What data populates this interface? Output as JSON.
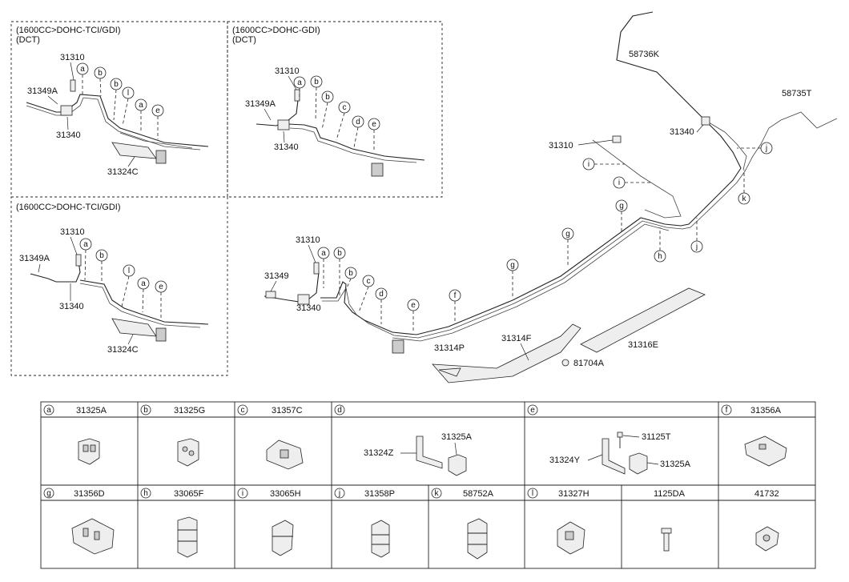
{
  "variants": {
    "v1_line1": "(1600CC>DOHC-TCI/GDI)",
    "v1_line2": "(DCT)",
    "v2_line1": "(1600CC>DOHC-GDI)",
    "v2_line2": "(DCT)",
    "v3_line1": "(1600CC>DOHC-TCI/GDI)"
  },
  "v1": {
    "p31310": "31310",
    "p31349A": "31349A",
    "p31340": "31340",
    "p31324C": "31324C",
    "l_a1": "a",
    "l_b1": "b",
    "l_b2": "b",
    "l_l": "l",
    "l_a2": "a",
    "l_e": "e"
  },
  "v2": {
    "p31310": "31310",
    "p31349A": "31349A",
    "p31340": "31340",
    "l_a": "a",
    "l_b1": "b",
    "l_b2": "b",
    "l_c": "c",
    "l_d": "d",
    "l_e": "e"
  },
  "v3": {
    "p31310": "31310",
    "p31349A": "31349A",
    "p31340": "31340",
    "p31324C": "31324C",
    "l_a1": "a",
    "l_b": "b",
    "l_l": "l",
    "l_a2": "a",
    "l_e": "e"
  },
  "main": {
    "p58736K": "58736K",
    "p58735T": "58735T",
    "p31340_top": "31340",
    "p31310_top": "31310",
    "p31310": "31310",
    "p31349": "31349",
    "p31340": "31340",
    "p31314F": "31314F",
    "p31314P": "31314P",
    "p31316E": "31316E",
    "p81704A": "81704A",
    "l_i1": "i",
    "l_i2": "i",
    "l_j1": "j",
    "l_j2": "j",
    "l_k": "k",
    "l_h": "h",
    "l_g1": "g",
    "l_g2": "g",
    "l_g3": "g",
    "l_f": "f",
    "l_e": "e",
    "l_d": "d",
    "l_c": "c",
    "l_b1": "b",
    "l_b2": "b",
    "l_a": "a"
  },
  "legend": {
    "r1": [
      {
        "letter": "a",
        "part": "31325A"
      },
      {
        "letter": "b",
        "part": "31325G"
      },
      {
        "letter": "c",
        "part": "31357C"
      },
      {
        "letter": "d",
        "part": ""
      },
      {
        "letter": "e",
        "part": ""
      },
      {
        "letter": "f",
        "part": "31356A"
      }
    ],
    "d_parts": {
      "bracket": "31324Z",
      "clip": "31325A"
    },
    "e_parts": {
      "bolt": "31125T",
      "bracket": "31324Y",
      "clip": "31325A"
    },
    "r2": [
      {
        "letter": "g",
        "part": "31356D"
      },
      {
        "letter": "h",
        "part": "33065F"
      },
      {
        "letter": "i",
        "part": "33065H"
      },
      {
        "letter": "j",
        "part": "31358P"
      },
      {
        "letter": "k",
        "part": "58752A"
      },
      {
        "letter": "l",
        "part": "31327H"
      },
      {
        "letter": "",
        "part": "1125DA"
      },
      {
        "letter": "",
        "part": "41732"
      }
    ]
  }
}
